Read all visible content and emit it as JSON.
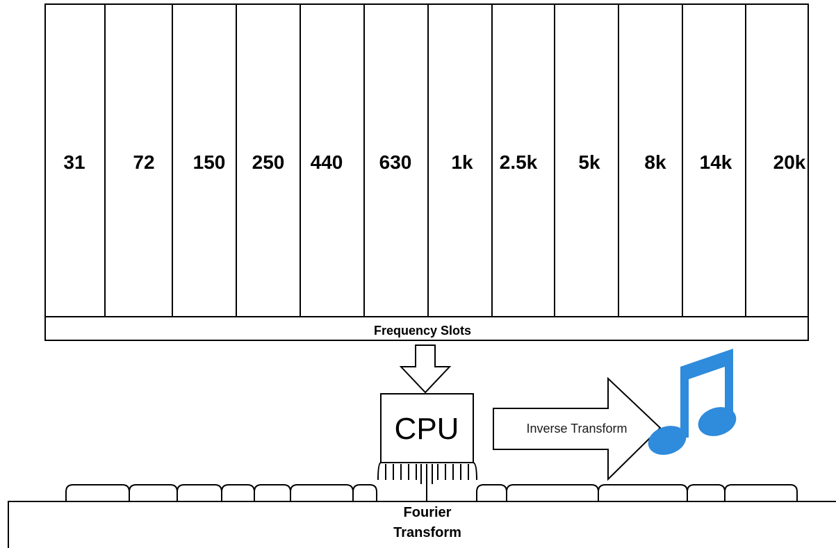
{
  "frequency_slots": {
    "values": [
      "31",
      "72",
      "150",
      "250",
      "440",
      "630",
      "1k",
      "2.5k",
      "5k",
      "8k",
      "14k",
      "20k"
    ],
    "label": "Frequency Slots"
  },
  "cpu": {
    "label": "CPU"
  },
  "inverse_transform": {
    "label": "Inverse Transform"
  },
  "fourier_transform": {
    "line1": "Fourier",
    "line2": "Transform"
  },
  "colors": {
    "music_note": "#2F8BDB",
    "stroke": "#000000"
  },
  "icons": {
    "music": "music-note-icon"
  }
}
